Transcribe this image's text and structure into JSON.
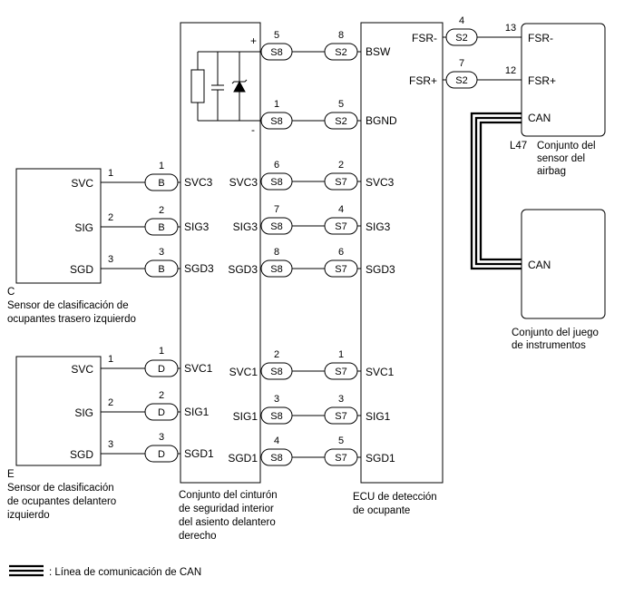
{
  "components": {
    "sensor_rear": {
      "letter": "C",
      "desc": [
        "Sensor de clasificación de",
        "ocupantes trasero izquierdo"
      ],
      "pins": [
        "SVC",
        "SIG",
        "SGD"
      ]
    },
    "sensor_front": {
      "letter": "E",
      "desc": [
        "Sensor de clasificación",
        "de ocupantes delantero",
        "izquierdo"
      ],
      "pins": [
        "SVC",
        "SIG",
        "SGD"
      ]
    },
    "buckle": {
      "desc": [
        "Conjunto del cinturón",
        "de seguridad interior",
        "del asiento delantero",
        "derecho"
      ],
      "plus": "+",
      "minus": "-",
      "left_pins": [
        "SVC3",
        "SIG3",
        "SGD3",
        "SVC1",
        "SIG1",
        "SGD1"
      ],
      "right_pins": [
        "SVC3",
        "SIG3",
        "SGD3",
        "SVC1",
        "SIG1",
        "SGD1"
      ]
    },
    "ecu": {
      "desc": [
        "ECU de detección",
        "de ocupante"
      ],
      "pins": [
        "BSW",
        "BGND",
        "SVC3",
        "SIG3",
        "SGD3",
        "SVC1",
        "SIG1",
        "SGD1",
        "FSR-",
        "FSR+"
      ]
    },
    "airbag": {
      "code": "L47",
      "desc": [
        "Conjunto del",
        "sensor del",
        "airbag"
      ],
      "pins": [
        "FSR-",
        "FSR+",
        "CAN"
      ]
    },
    "meter": {
      "desc": [
        "Conjunto del juego",
        "de instrumentos"
      ],
      "pins": [
        "CAN"
      ]
    }
  },
  "connectors": {
    "B": "B",
    "D": "D",
    "S8": "S8",
    "S2": "S2",
    "S7": "S7"
  },
  "pin_numbers": {
    "rear_sensor": [
      "1",
      "2",
      "3"
    ],
    "rear_conn": [
      "1",
      "2",
      "3"
    ],
    "front_sensor": [
      "1",
      "2",
      "3"
    ],
    "front_conn": [
      "1",
      "2",
      "3"
    ],
    "s8_upper": [
      "5",
      "1",
      "6",
      "7",
      "8"
    ],
    "ecu_upper": [
      "8",
      "5",
      "2",
      "4",
      "6"
    ],
    "s8_lower": [
      "2",
      "3",
      "4"
    ],
    "ecu_lower": [
      "1",
      "3",
      "5"
    ],
    "fsr_s2": [
      "4",
      "7"
    ],
    "airbag_pins": [
      "13",
      "12"
    ]
  },
  "legend": {
    "text": ": Línea de comunicación de CAN"
  }
}
